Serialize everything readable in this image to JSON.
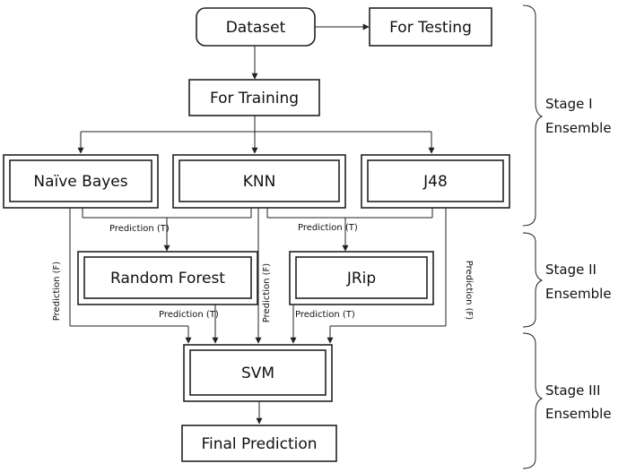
{
  "nodes": {
    "dataset": "Dataset",
    "for_testing": "For Testing",
    "for_training": "For Training",
    "naive_bayes": "Naïve Bayes",
    "knn": "KNN",
    "j48": "J48",
    "random_forest": "Random Forest",
    "jrip": "JRip",
    "svm": "SVM",
    "final_prediction": "Final Prediction"
  },
  "edge_labels": {
    "prediction_t": "Prediction (T)",
    "prediction_f": "Prediction (F)"
  },
  "stages": [
    {
      "line1": "Stage I",
      "line2": "Ensemble"
    },
    {
      "line1": "Stage II",
      "line2": "Ensemble"
    },
    {
      "line1": "Stage III",
      "line2": "Ensemble"
    }
  ]
}
